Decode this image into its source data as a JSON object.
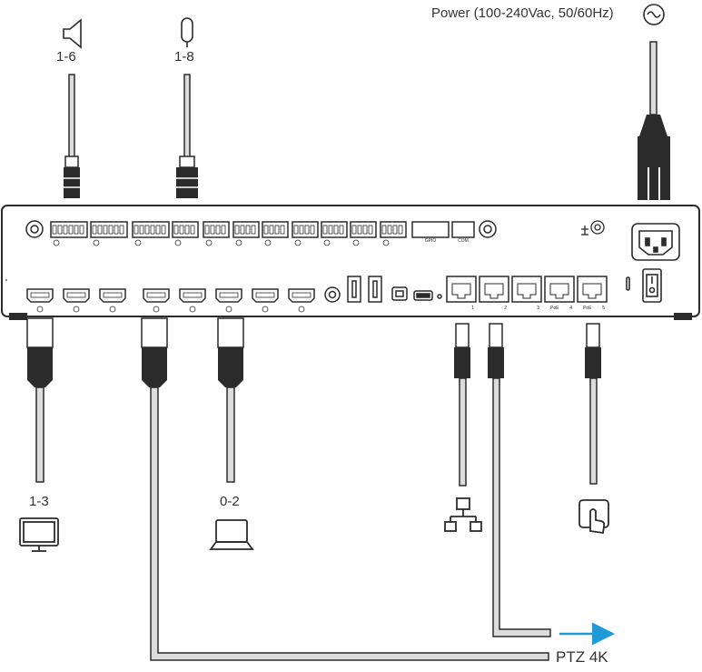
{
  "power": {
    "label": "Power (100-240Vac, 50/60Hz)"
  },
  "inputs_top": [
    {
      "name": "speaker",
      "count_label": "1-6",
      "icon": "speaker-icon"
    },
    {
      "name": "microphone",
      "count_label": "1-8",
      "icon": "microphone-icon"
    }
  ],
  "outputs_bottom": [
    {
      "name": "display",
      "count_label": "1-3",
      "icon": "monitor-icon"
    },
    {
      "name": "laptop",
      "count_label": "0-2",
      "icon": "laptop-icon"
    },
    {
      "name": "network",
      "icon": "network-icon"
    },
    {
      "name": "touch-panel",
      "icon": "touch-panel-icon"
    }
  ],
  "camera": {
    "label": "PTZ 4K"
  },
  "device": {
    "gpio_label": "GPIO",
    "com_label": "COM",
    "ethernet_ports": [
      "1",
      "2",
      "3",
      "4",
      "5"
    ],
    "poe_label": "PoE"
  },
  "colors": {
    "line": "#2b2b2b",
    "cable_fill": "#dcdcdc",
    "arrow": "#1e9bd7"
  }
}
